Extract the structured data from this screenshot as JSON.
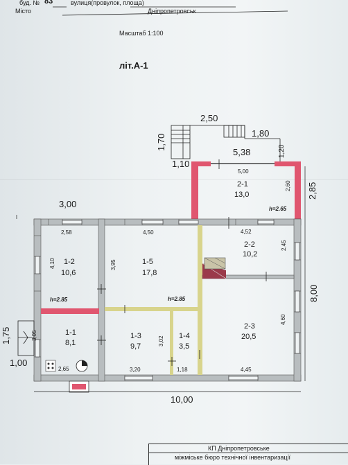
{
  "header": {
    "house_label": "буд. №",
    "house_number": "83",
    "street_label": "вулиця(провулок, площа)",
    "city_label": "Місто",
    "city_value": "Дніпропетровськ"
  },
  "scale": "Масштаб 1:100",
  "lit": "літ.А-1",
  "dims": {
    "d_2_50": "2,50",
    "d_1_70": "1,70",
    "d_1_80": "1,80",
    "d_5_38": "5,38",
    "d_1_20": "1,20",
    "d_1_10": "1,10",
    "d_5_00": "5,00",
    "d_2_60": "2,60",
    "d_2_85_right": "2,85",
    "d_3_00": "3,00",
    "d_2_58": "2,58",
    "d_4_50": "4,50",
    "d_4_52": "4,52",
    "d_4_10": "4,10",
    "d_3_95": "3,95",
    "d_2_45": "2,45",
    "d_8_00": "8,00",
    "d_1_75": "1,75",
    "d_3_05": "3,05",
    "d_3_02": "3,02",
    "d_4_60": "4,60",
    "d_1_00": "1,00",
    "d_2_65": "2,65",
    "d_3_20": "3,20",
    "d_1_18": "1,18",
    "d_4_45": "4,45",
    "d_10_00": "10,00"
  },
  "heights": {
    "h_265": "h=2.65",
    "h_285_left": "h=2.85",
    "h_285_mid": "h=2.85"
  },
  "rooms": [
    {
      "id": "2-1",
      "area": "13,0"
    },
    {
      "id": "1-2",
      "area": "10,6"
    },
    {
      "id": "1-5",
      "area": "17,8"
    },
    {
      "id": "2-2",
      "area": "10,2"
    },
    {
      "id": "1-1",
      "area": "8,1"
    },
    {
      "id": "1-3",
      "area": "9,7"
    },
    {
      "id": "1-4",
      "area": "3,5"
    },
    {
      "id": "2-3",
      "area": "20,5"
    }
  ],
  "footer": {
    "line1": "КП Дніпропетровське",
    "line2": "міжміське бюро технічної інвентаризації"
  },
  "colors": {
    "wall": "#b8bdbf",
    "pink": "#e0566f",
    "partition": "#d8d48c"
  }
}
